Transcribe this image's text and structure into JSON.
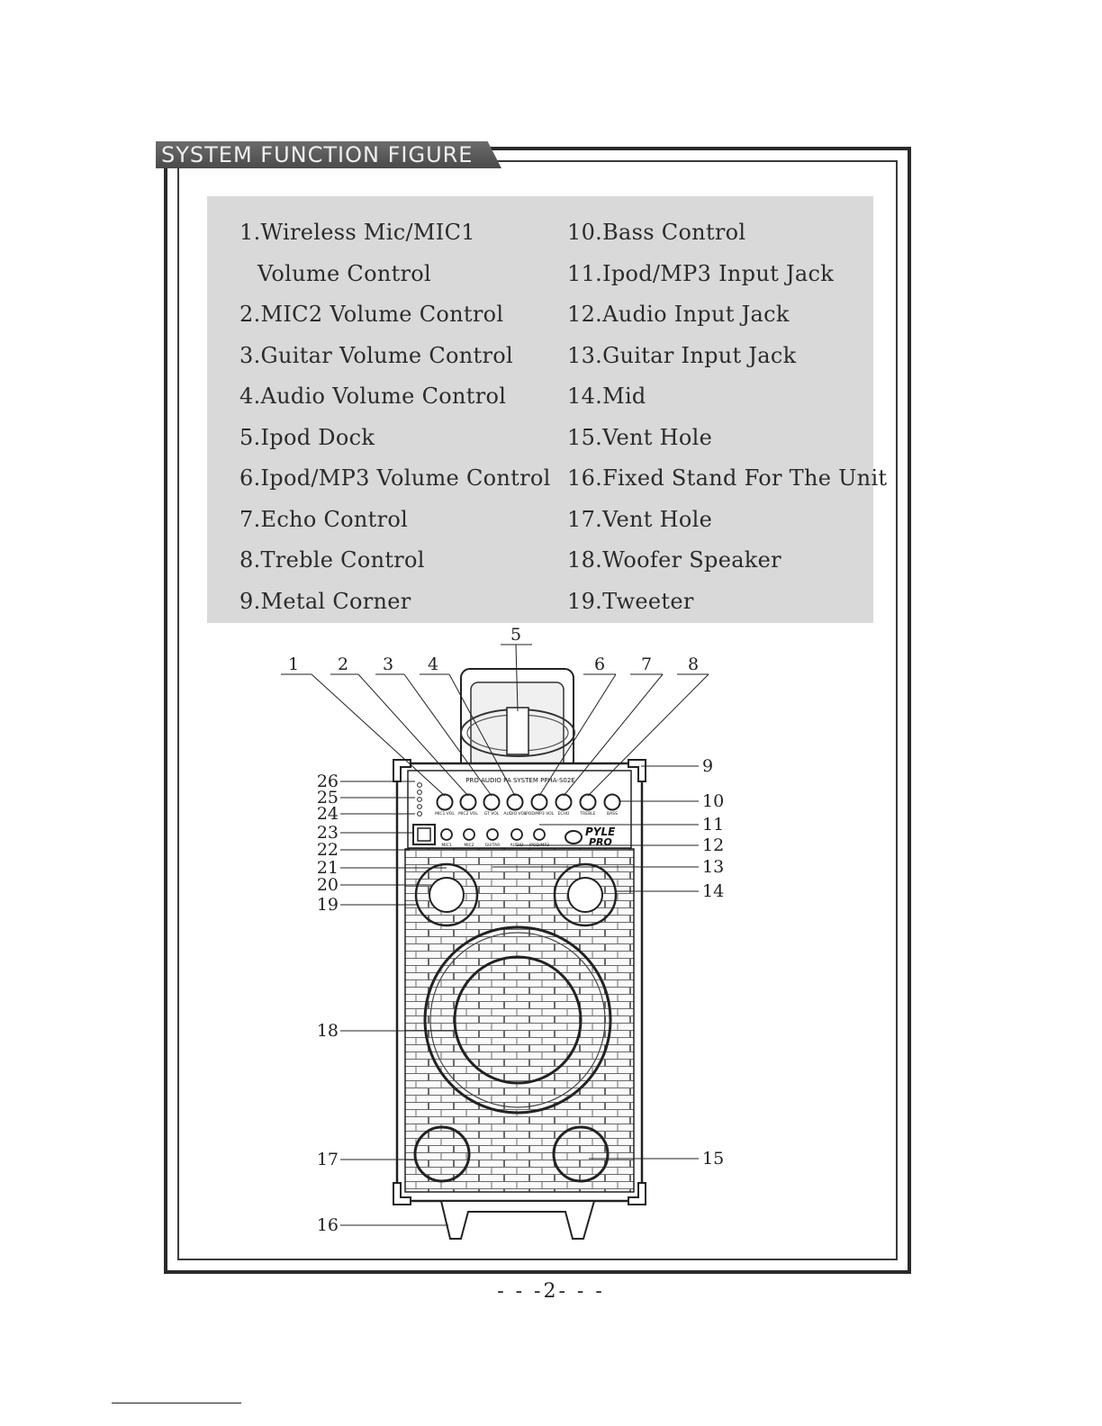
{
  "section_title": "SYSTEM FUNCTION FIGURE",
  "legend": {
    "left": [
      {
        "text": "1.Wireless Mic/MIC1",
        "indent": false
      },
      {
        "text": "Volume Control",
        "indent": true
      },
      {
        "text": "2.MIC2 Volume Control",
        "indent": false
      },
      {
        "text": "3.Guitar Volume Control",
        "indent": false
      },
      {
        "text": "4.Audio Volume Control",
        "indent": false
      },
      {
        "text": "5.Ipod Dock",
        "indent": false
      },
      {
        "text": "6.Ipod/MP3 Volume Control",
        "indent": false
      },
      {
        "text": "7.Echo Control",
        "indent": false
      },
      {
        "text": "8.Treble Control",
        "indent": false
      },
      {
        "text": "9.Metal Corner",
        "indent": false
      }
    ],
    "right": [
      "10.Bass Control",
      "11.Ipod/MP3 Input Jack",
      "12.Audio Input Jack",
      "13.Guitar Input Jack",
      "14.Mid",
      "15.Vent Hole",
      "16.Fixed Stand For The Unit",
      "17.Vent Hole",
      "18.Woofer Speaker",
      "19.Tweeter"
    ]
  },
  "callouts": {
    "top": [
      "1",
      "2",
      "3",
      "4",
      "5",
      "6",
      "7",
      "8"
    ],
    "left": [
      "26",
      "25",
      "24",
      "23",
      "22",
      "21",
      "20",
      "19",
      "18",
      "17",
      "16"
    ],
    "right": [
      "9",
      "10",
      "11",
      "12",
      "13",
      "14",
      "15"
    ]
  },
  "panel": {
    "title": "PRO AUDIO PA SYSTEM PPHA-S02E",
    "brand": "PYLE",
    "brand_sub": "PRO",
    "knob_labels": [
      "MIC1 VOL",
      "MIC2 VOL",
      "GT VOL",
      "AUDIO VOL",
      "IPOD/MP3 VOL",
      "ECHO",
      "TREBLE",
      "BASS"
    ],
    "jack_labels": [
      "MIC1",
      "MIC2",
      "GUITAR",
      "AUDIO",
      "IPOD/MP3"
    ]
  },
  "page_number": "- - -2- - -"
}
